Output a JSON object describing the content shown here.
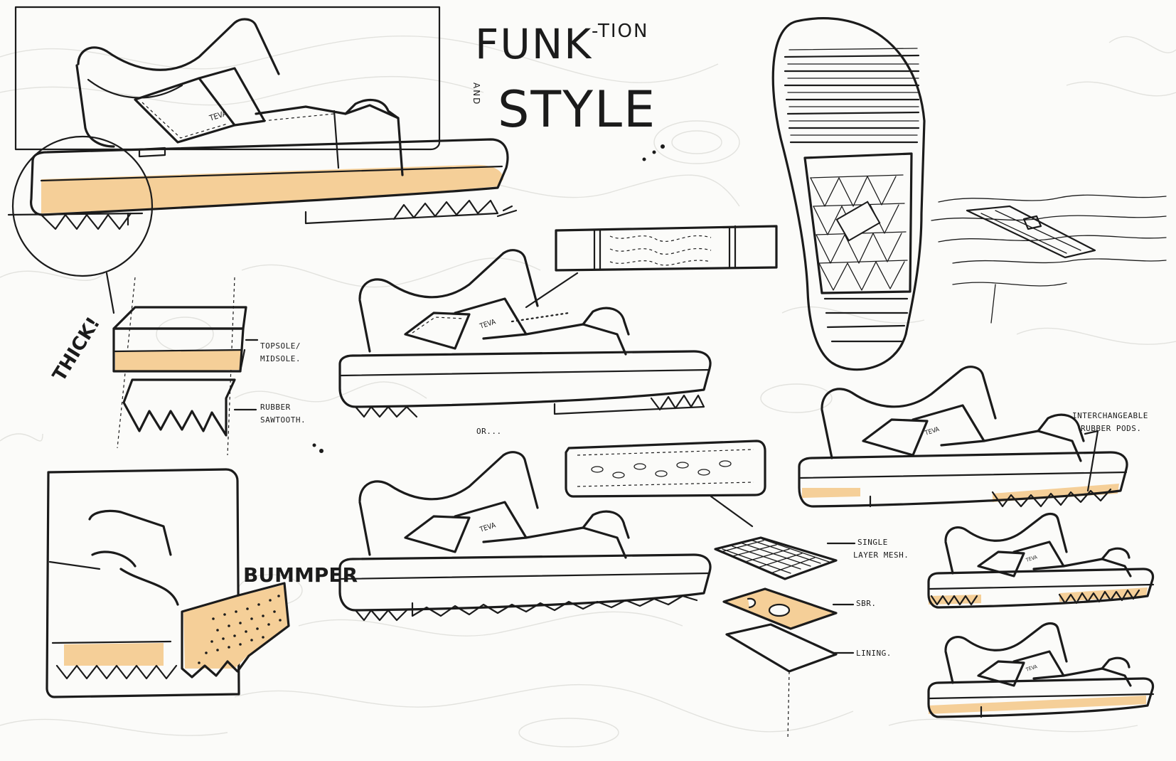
{
  "title": {
    "funk": "FUNK",
    "tion": "-TION",
    "and": "AND",
    "style": "STYLE",
    "dot": "."
  },
  "callouts": {
    "thick": "THICK!",
    "topsole_line1": "TOPSOLE/",
    "topsole_line2": "MIDSOLE.",
    "rubber_line1": "RUBBER",
    "rubber_line2": "SAWTOOTH.",
    "or": "OR...",
    "bummper": "BUMMPER",
    "interchangeable_line1": "INTERCHANGEABLE",
    "interchangeable_line2": "RUBBER PODS.",
    "mesh_line1": "SINGLE",
    "mesh_line2": "LAYER MESH.",
    "sbr": "SBR.",
    "lining": "LINING."
  },
  "brand_marks": {
    "sandal_logo": "TEVA"
  },
  "colors": {
    "ink": "#1b1b1b",
    "accent_orange": "#f5cf98",
    "paper": "#fbfbf9",
    "topo_lines": "#e2e2de"
  },
  "icons": [
    "sandal-side-view",
    "outsole-bottom-view",
    "strap-webbing",
    "layer-stack",
    "sole-cross-section"
  ]
}
